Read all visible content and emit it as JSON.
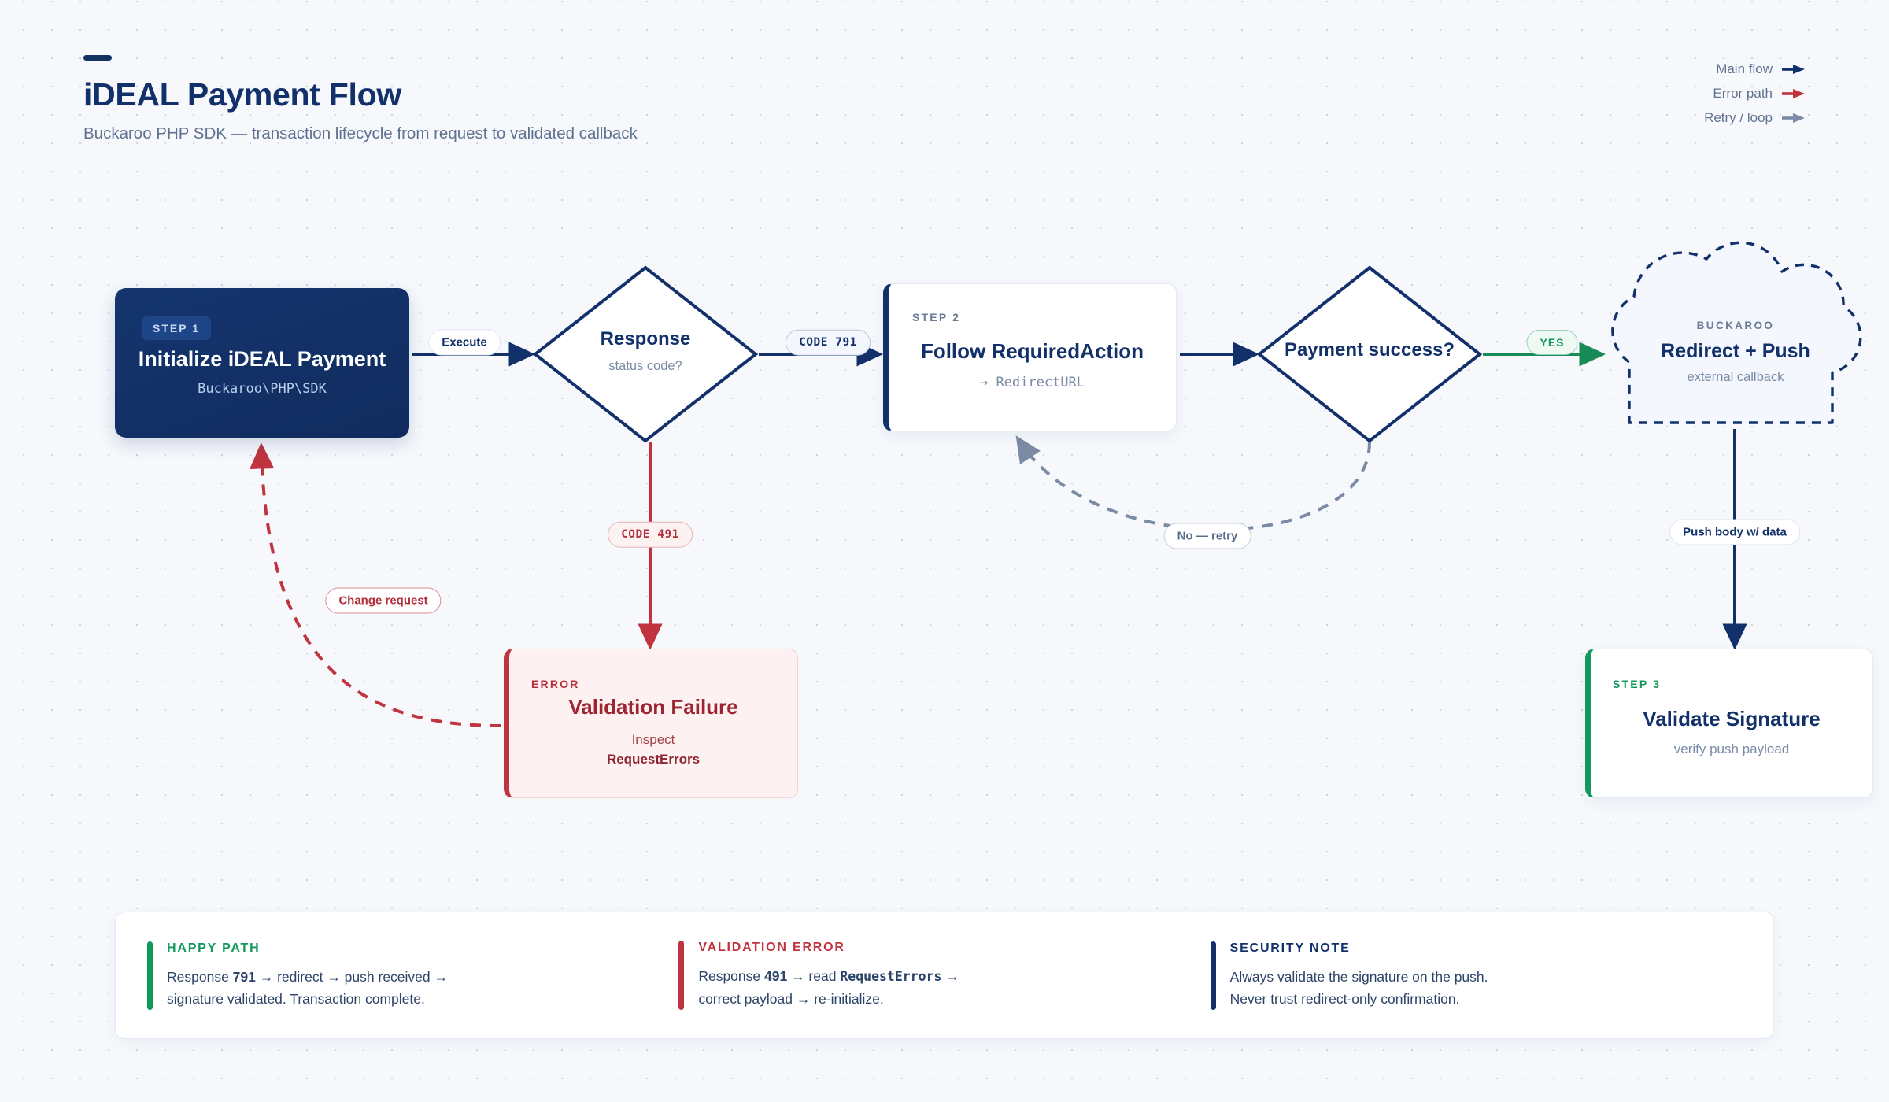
{
  "header": {
    "title": "iDEAL Payment Flow",
    "subtitle": "Buckaroo PHP SDK — transaction lifecycle from request to validated callback"
  },
  "legend": {
    "items": [
      {
        "label": "Main flow",
        "color": "#12306a"
      },
      {
        "label": "Error path",
        "color": "#c0343f"
      },
      {
        "label": "Retry / loop",
        "color": "#7b8ba3"
      }
    ]
  },
  "nodes": {
    "step1": {
      "badge": "STEP 1",
      "title": "Initialize iDEAL Payment",
      "sub": "Buckaroo\\PHP\\SDK"
    },
    "response": {
      "title": "Response",
      "sub": "status code?"
    },
    "step2": {
      "badge": "STEP 2",
      "title": "Follow RequiredAction",
      "sub": "→ RedirectURL"
    },
    "success": {
      "title": "Payment success?"
    },
    "cloud": {
      "kicker": "BUCKAROO",
      "title": "Redirect + Push",
      "sub": "external callback"
    },
    "error": {
      "kicker": "ERROR",
      "title": "Validation Failure",
      "sub_line1": "Inspect",
      "sub_line2": "RequestErrors"
    },
    "step3": {
      "badge": "STEP 3",
      "title": "Validate Signature",
      "sub": "verify push payload"
    }
  },
  "edge_labels": {
    "execute": "Execute",
    "code_791": "CODE 791",
    "yes": "YES",
    "code_491": "CODE 491",
    "change_request": "Change request",
    "no_retry": "No — retry",
    "push_body": "Push body w/ data"
  },
  "footer": {
    "cards": [
      {
        "kicker": "HAPPY PATH",
        "color": "#12985a",
        "line1_a": "Response ",
        "line1_b": "791",
        "line1_c": " → redirect → push received →",
        "line2": "signature validated. Transaction complete."
      },
      {
        "kicker": "VALIDATION ERROR",
        "color": "#c0343f",
        "line1_a": "Response ",
        "line1_b": "491",
        "line1_c": " → read ",
        "line1_code": "RequestErrors",
        "line1_d": " →",
        "line2": "correct payload → re-initialize."
      },
      {
        "kicker": "SECURITY NOTE",
        "color": "#12306a",
        "line1": "Always validate the signature on the push.",
        "line2": "Never trust redirect-only confirmation."
      }
    ]
  },
  "colors": {
    "navy": "#12306a",
    "red": "#c0343f",
    "green": "#12985a",
    "gray": "#7b8ba3",
    "canvas": "#f6f8fc"
  }
}
